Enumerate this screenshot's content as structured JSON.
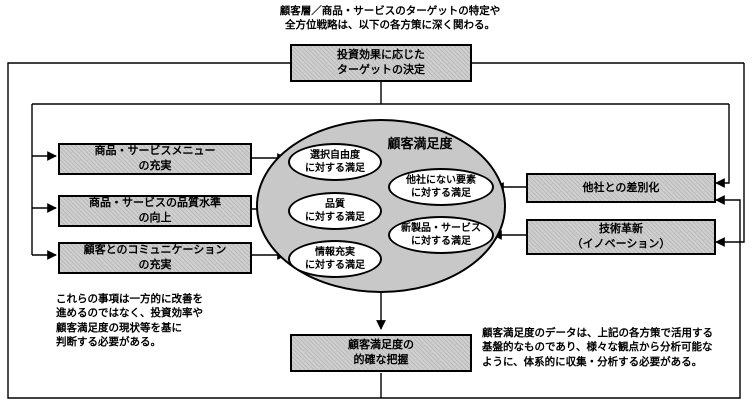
{
  "top_note": {
    "line1": "顧客層／商品・サービスのターゲットの特定や",
    "line2": "全方位戦略は、以下の各方策に深く関わる。"
  },
  "target_box": {
    "line1": "投資効果に応じた",
    "line2": "ターゲットの決定"
  },
  "left_boxes": [
    {
      "line1": "商品・サービスメニュー",
      "line2": "の充実"
    },
    {
      "line1": "商品・サービスの品質水準",
      "line2": "の向上"
    },
    {
      "line1": "顧客とのコミュニケーション",
      "line2": "の充実"
    }
  ],
  "right_boxes": [
    {
      "line1": "他社との差別化",
      "line2": ""
    },
    {
      "line1": "技術革新",
      "line2": "（イノベーション）"
    }
  ],
  "satisfaction": {
    "title": "顧客満足度",
    "ovals": [
      {
        "line1": "選択自由度",
        "line2": "に対する満足"
      },
      {
        "line1": "品質",
        "line2": "に対する満足"
      },
      {
        "line1": "情報充実",
        "line2": "に対する満足"
      },
      {
        "line1": "他社にない要素",
        "line2": "に対する満足"
      },
      {
        "line1": "新製品・サービス",
        "line2": "に対する満足"
      }
    ]
  },
  "bottom_box": {
    "line1": "顧客満足度の",
    "line2": "的確な把握"
  },
  "left_note": [
    "これらの事項は一方的に改善を",
    "進めるのではなく、投資効率や",
    "顧客満足度の現状等を基に",
    "判断する必要がある。"
  ],
  "right_note": [
    "顧客満足度のデータは、上記の各方策で活用する",
    "基盤的なものであり、様々な観点から分析可能な",
    "ように、体系的に収集・分析する必要がある。"
  ]
}
